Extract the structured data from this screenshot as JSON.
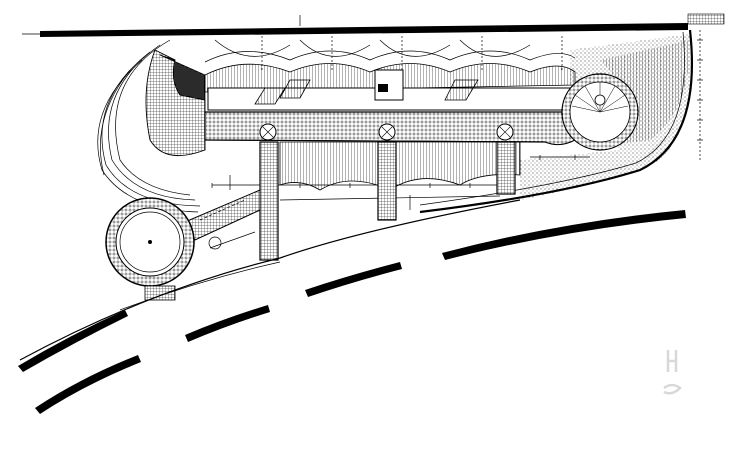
{
  "drawing": {
    "ink_color": "#000000",
    "paper_color": "#ffffff",
    "watermark_color": "#d8d8d8",
    "fills": [
      "hatch-fine",
      "paving-grid",
      "brick-pattern",
      "stipple"
    ]
  }
}
